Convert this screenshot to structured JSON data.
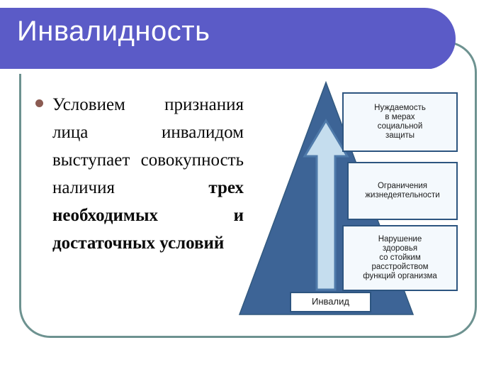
{
  "slide": {
    "title": "Инвалидность",
    "theme": {
      "title_bar_color": "#5B5BC7",
      "frame_border_color": "#6D9290",
      "bullet_color": "#8B5B52",
      "pyramid_color": "#3D6496",
      "pyramid_edge_color": "#2D5580",
      "arrow_fill_color": "#C5DDEE",
      "arrow_border_color": "#4F7AAA",
      "box_fill_color": "#F4F9FD",
      "box_border_color": "#2D5580",
      "background_color": "#FFFFFF"
    }
  },
  "body": {
    "bullet_icon": "bullet-dot-icon",
    "paragraph_plain_1": "Условием признания лица инвалидом выступает совокупность наличия ",
    "paragraph_bold_1": "трех необходимых и достаточных условий",
    "full_text": "Условием признания лица инвалидом выступает совокупность наличия трех необходимых и достаточных условий"
  },
  "diagram": {
    "name": "disability-criteria-pyramid",
    "arrow_direction": "up",
    "base_label": "Инвалид",
    "levels": [
      {
        "order": 3,
        "id": "need-social-protection",
        "label": "Нуждаемость\nв мерах\nсоциальной\nзащиты"
      },
      {
        "order": 2,
        "id": "activity-limitation",
        "label": "Ограничения\nжизнедеятельности"
      },
      {
        "order": 1,
        "id": "health-disorder",
        "label": "Нарушение\nздоровья\nсо стойким\nрасстройством\nфункций организма"
      }
    ]
  }
}
